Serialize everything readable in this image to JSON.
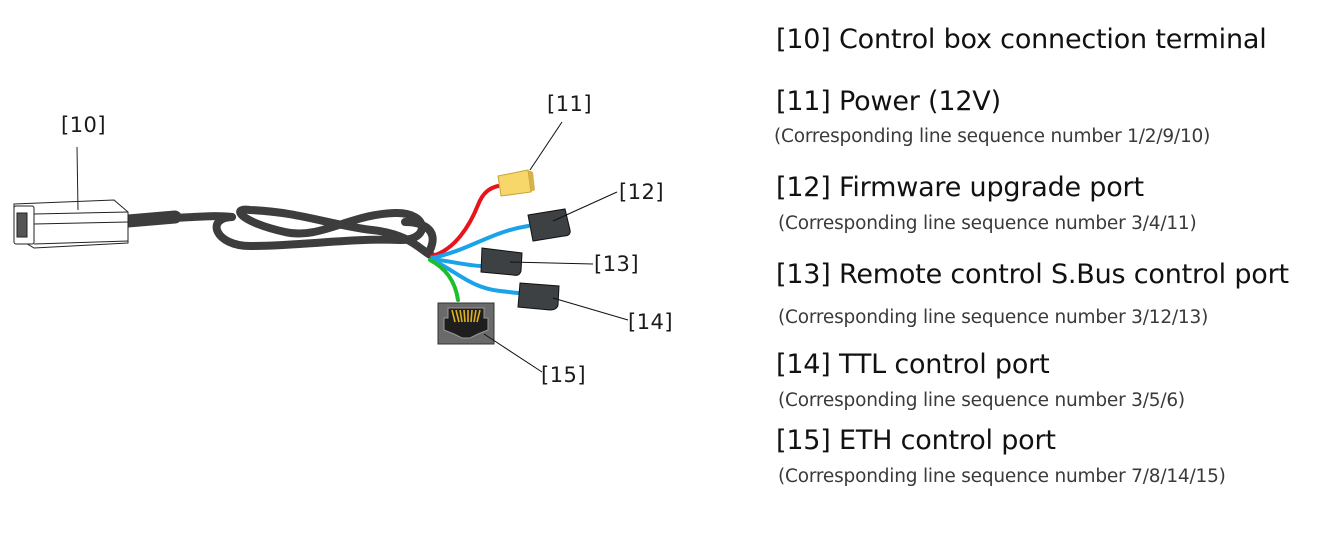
{
  "diagram": {
    "callouts": [
      "[10]",
      "[11]",
      "[12]",
      "[13]",
      "[14]",
      "[15]"
    ],
    "components": [
      {
        "id": "10",
        "name": "control-box-connection-terminal",
        "color": "#ffffff"
      },
      {
        "id": "11",
        "name": "power-connector",
        "color": "#f7d66a",
        "wire_color": "#e8141c"
      },
      {
        "id": "12",
        "name": "firmware-upgrade-connector",
        "color": "#3d4144",
        "wire_color": "#1aa3e8"
      },
      {
        "id": "13",
        "name": "sbus-connector",
        "color": "#3d4144",
        "wire_color": "#1aa3e8"
      },
      {
        "id": "14",
        "name": "ttl-connector",
        "color": "#3d4144",
        "wire_color": "#1aa3e8"
      },
      {
        "id": "15",
        "name": "eth-rj45-port",
        "color": "#5a5a5a",
        "wire_color": "#1cbf2a"
      }
    ],
    "cable_color": "#3d3d3d"
  },
  "legend": [
    {
      "title": "[10] Control box connection terminal",
      "sub": ""
    },
    {
      "title": "[11] Power (12V)",
      "sub": "(Corresponding line sequence number 1/2/9/10)"
    },
    {
      "title": "[12] Firmware upgrade port",
      "sub": "(Corresponding line sequence number 3/4/11)"
    },
    {
      "title": "[13] Remote control S.Bus control port",
      "sub": "(Corresponding line sequence number 3/12/13)"
    },
    {
      "title": "[14] TTL control port",
      "sub": "(Corresponding line sequence number 3/5/6)"
    },
    {
      "title": "[15] ETH control port",
      "sub": "(Corresponding line sequence number 7/8/14/15)"
    }
  ]
}
